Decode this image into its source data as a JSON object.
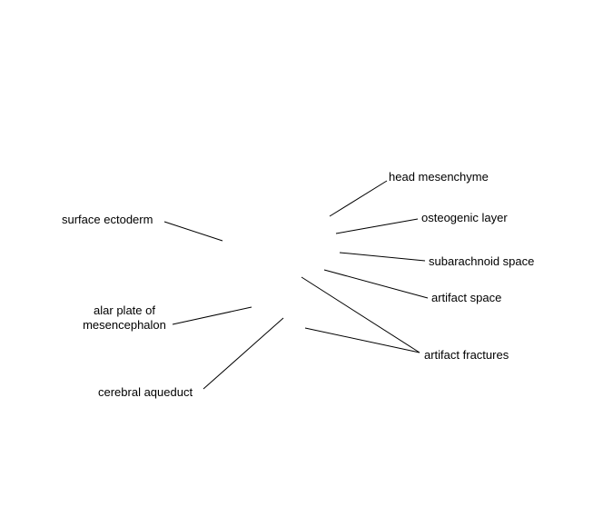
{
  "labels": {
    "head_mesenchyme": "head mesenchyme",
    "osteogenic_layer": "osteogenic layer",
    "surface_ectoderm": "surface ectoderm",
    "subarachnoid_space": "subarachnoid space",
    "artifact_space": "artifact space",
    "alar_plate_line1": "alar plate of",
    "alar_plate_line2": "mesencephalon",
    "artifact_fractures": "artifact fractures",
    "cerebral_aqueduct": "cerebral aqueduct"
  },
  "colors": {
    "background": "#ffffff",
    "text": "#000000",
    "leader_lines": "#000000"
  }
}
